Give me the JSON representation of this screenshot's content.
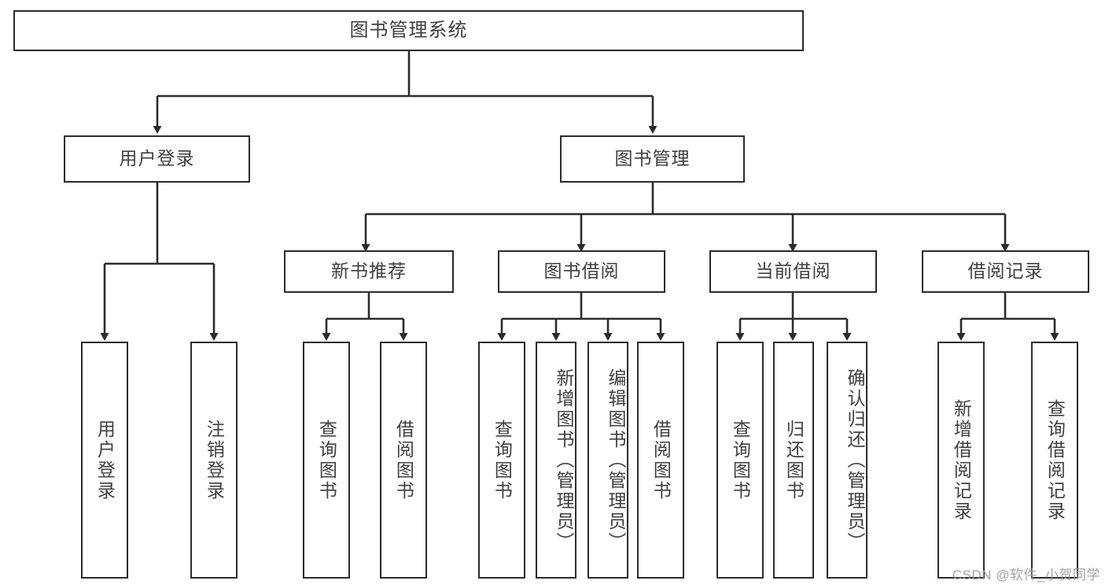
{
  "diagram": {
    "title": "图书管理系统",
    "type": "tree-hierarchy-chart",
    "orientation": "top-down",
    "line_color": "#2b2b2b",
    "text_color": "#3f3f3f",
    "background_color": "#ffffff"
  },
  "nodes": {
    "root": {
      "label": "图书管理系统"
    },
    "level1": [
      {
        "id": "user-login",
        "label": "用户登录"
      },
      {
        "id": "book-manage",
        "label": "图书管理"
      }
    ],
    "level2": [
      {
        "id": "new-book-recommend",
        "label": "新书推荐"
      },
      {
        "id": "book-borrow",
        "label": "图书借阅"
      },
      {
        "id": "current-borrow",
        "label": "当前借阅"
      },
      {
        "id": "borrow-record",
        "label": "借阅记录"
      }
    ],
    "leaves": {
      "user_login": [
        {
          "id": "leaf-user-login",
          "label": "用户登录"
        },
        {
          "id": "leaf-logout-login",
          "label": "注销登录"
        }
      ],
      "new_book_recommend": [
        {
          "id": "leaf-query-book-1",
          "label": "查询图书"
        },
        {
          "id": "leaf-borrow-book-1",
          "label": "借阅图书"
        }
      ],
      "book_borrow": [
        {
          "id": "leaf-query-book-2",
          "label": "查询图书"
        },
        {
          "id": "leaf-add-book",
          "label": "新增图书（管理员）"
        },
        {
          "id": "leaf-edit-book",
          "label": "编辑图书（管理员）"
        },
        {
          "id": "leaf-borrow-book-2",
          "label": "借阅图书"
        }
      ],
      "current_borrow": [
        {
          "id": "leaf-query-book-3",
          "label": "查询图书"
        },
        {
          "id": "leaf-return-book",
          "label": "归还图书"
        },
        {
          "id": "leaf-confirm-return",
          "label": "确认归还（管理员）"
        }
      ],
      "borrow_record": [
        {
          "id": "leaf-add-record",
          "label": "新增借阅记录"
        },
        {
          "id": "leaf-query-record",
          "label": "查询借阅记录"
        }
      ]
    }
  },
  "watermark": {
    "text": "CSDN @软件_小贺同学"
  }
}
